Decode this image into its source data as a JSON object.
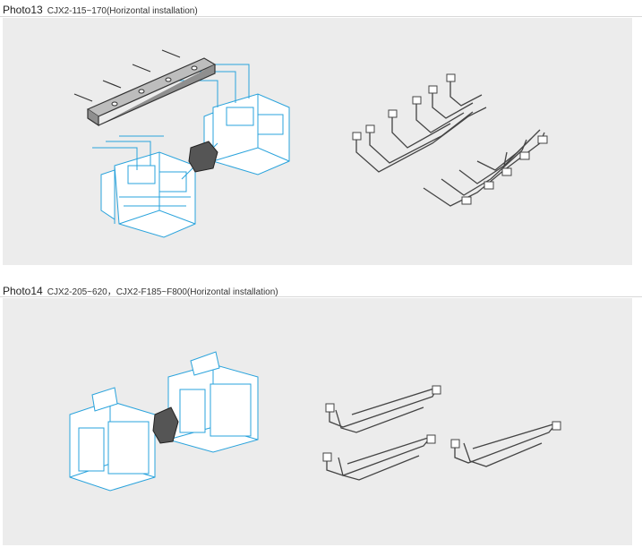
{
  "sections": [
    {
      "label": "Photo13",
      "model": "CJX2-115~170(Horizontal installation)"
    },
    {
      "label": "Photo14",
      "model": "CJX2-205~620，CJX2-F185~F800(Horizontal installation)"
    }
  ],
  "colors": {
    "panel": "#ececec",
    "outline_blue": "#2aa3dc",
    "outline_dark": "#333333",
    "interlock": "#555555"
  }
}
